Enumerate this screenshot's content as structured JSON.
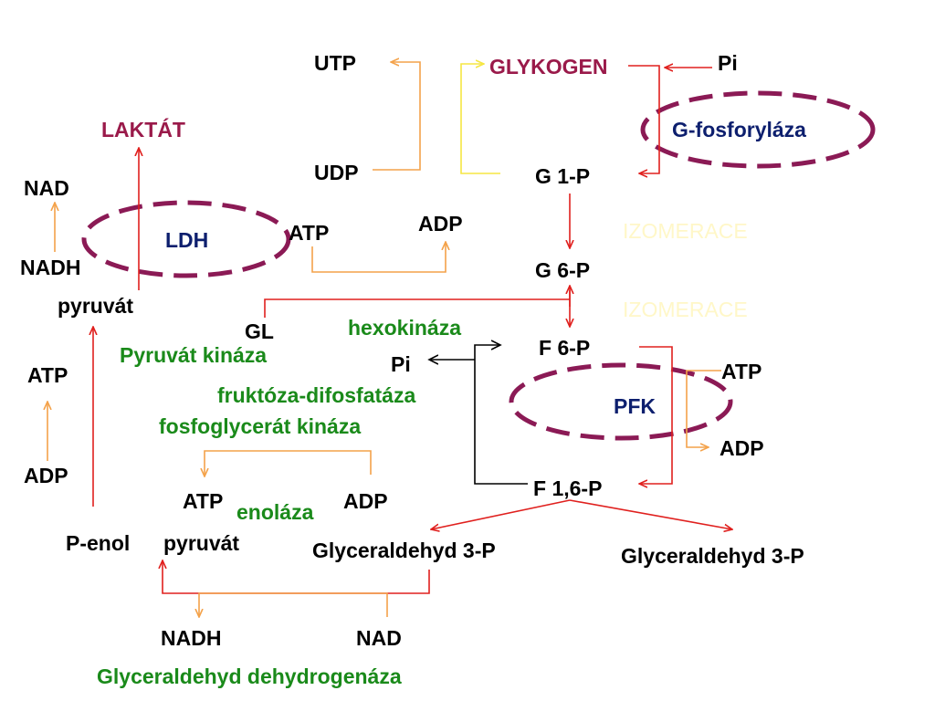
{
  "colors": {
    "main_arrow": "#e0201e",
    "side_arrow": "#f4a24a",
    "yellow_arrow": "#f5e642",
    "black_arrow": "#000000",
    "ellipse": "#8b1a55",
    "enzyme_green": "#1a8a1a",
    "enzyme_navy": "#0d1f6e",
    "product_red": "#9a1a4a"
  },
  "labels": {
    "utp": "UTP",
    "udp": "UDP",
    "glykogen": "GLYKOGEN",
    "pi_top": "Pi",
    "g_fosforylaza": "G-fosforyláza",
    "g1p": "G 1-P",
    "izomerace_1": "IZOMERACE",
    "g6p": "G 6-P",
    "izomerace_2": "IZOMERACE",
    "f6p": "F 6-P",
    "atp_pfk": "ATP",
    "pfk": "PFK",
    "adp_pfk": "ADP",
    "f16p": "F 1,6-P",
    "laktat": "LAKTÁT",
    "nad_left": "NAD",
    "ldh": "LDH",
    "nadh_left": "NADH",
    "pyruvat": "pyruvát",
    "atp_hk": "ATP",
    "adp_hk": "ADP",
    "gl": "GL",
    "hexokinaza": "hexokináza",
    "pyruvat_kinaza": "Pyruvát kináza",
    "pi_mid": "Pi",
    "atp_left": "ATP",
    "fruktoza_difosfataza": "fruktóza-difosfatáza",
    "fosfoglycerat_kinaza": "fosfoglycerát kináza",
    "adp_left": "ADP",
    "atp_pgk": "ATP",
    "adp_pgk": "ADP",
    "enolaza": "enoláza",
    "p_enol": "P-enol",
    "pyruvat_2": "pyruvát",
    "glyceraldehyd_1": "Glyceraldehyd 3-P",
    "glyceraldehyd_2": "Glyceraldehyd 3-P",
    "nadh_bottom": "NADH",
    "nad_bottom": "NAD",
    "gapdh": "Glyceraldehyd dehydrogenáza"
  }
}
